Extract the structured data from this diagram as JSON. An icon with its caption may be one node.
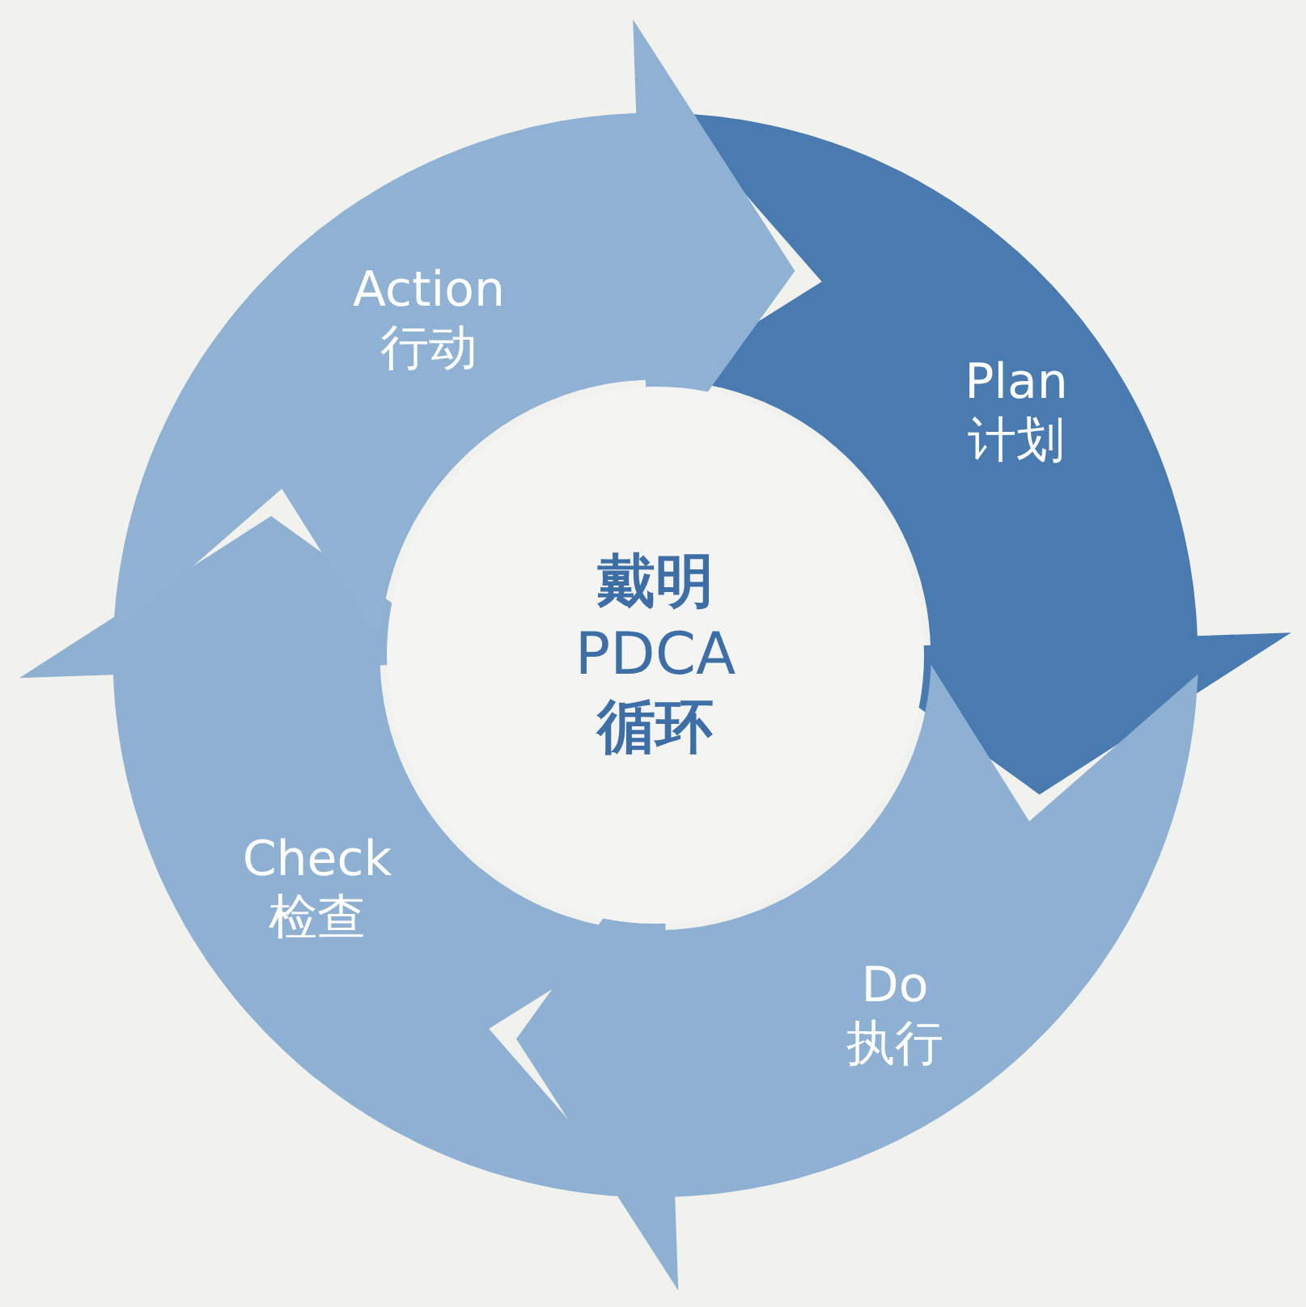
{
  "diagram": {
    "nodes": [
      {
        "text": [
          "Plan 计划"
        ]
      },
      {
        "text": [
          "Do 执行"
        ]
      },
      {
        "text": [
          "Check 检查"
        ]
      },
      {
        "text": [
          "Action 行动"
        ]
      },
      {
        "text": [
          "**戴明** PDCA **循环**"
        ]
      }
    ]
  }
}
